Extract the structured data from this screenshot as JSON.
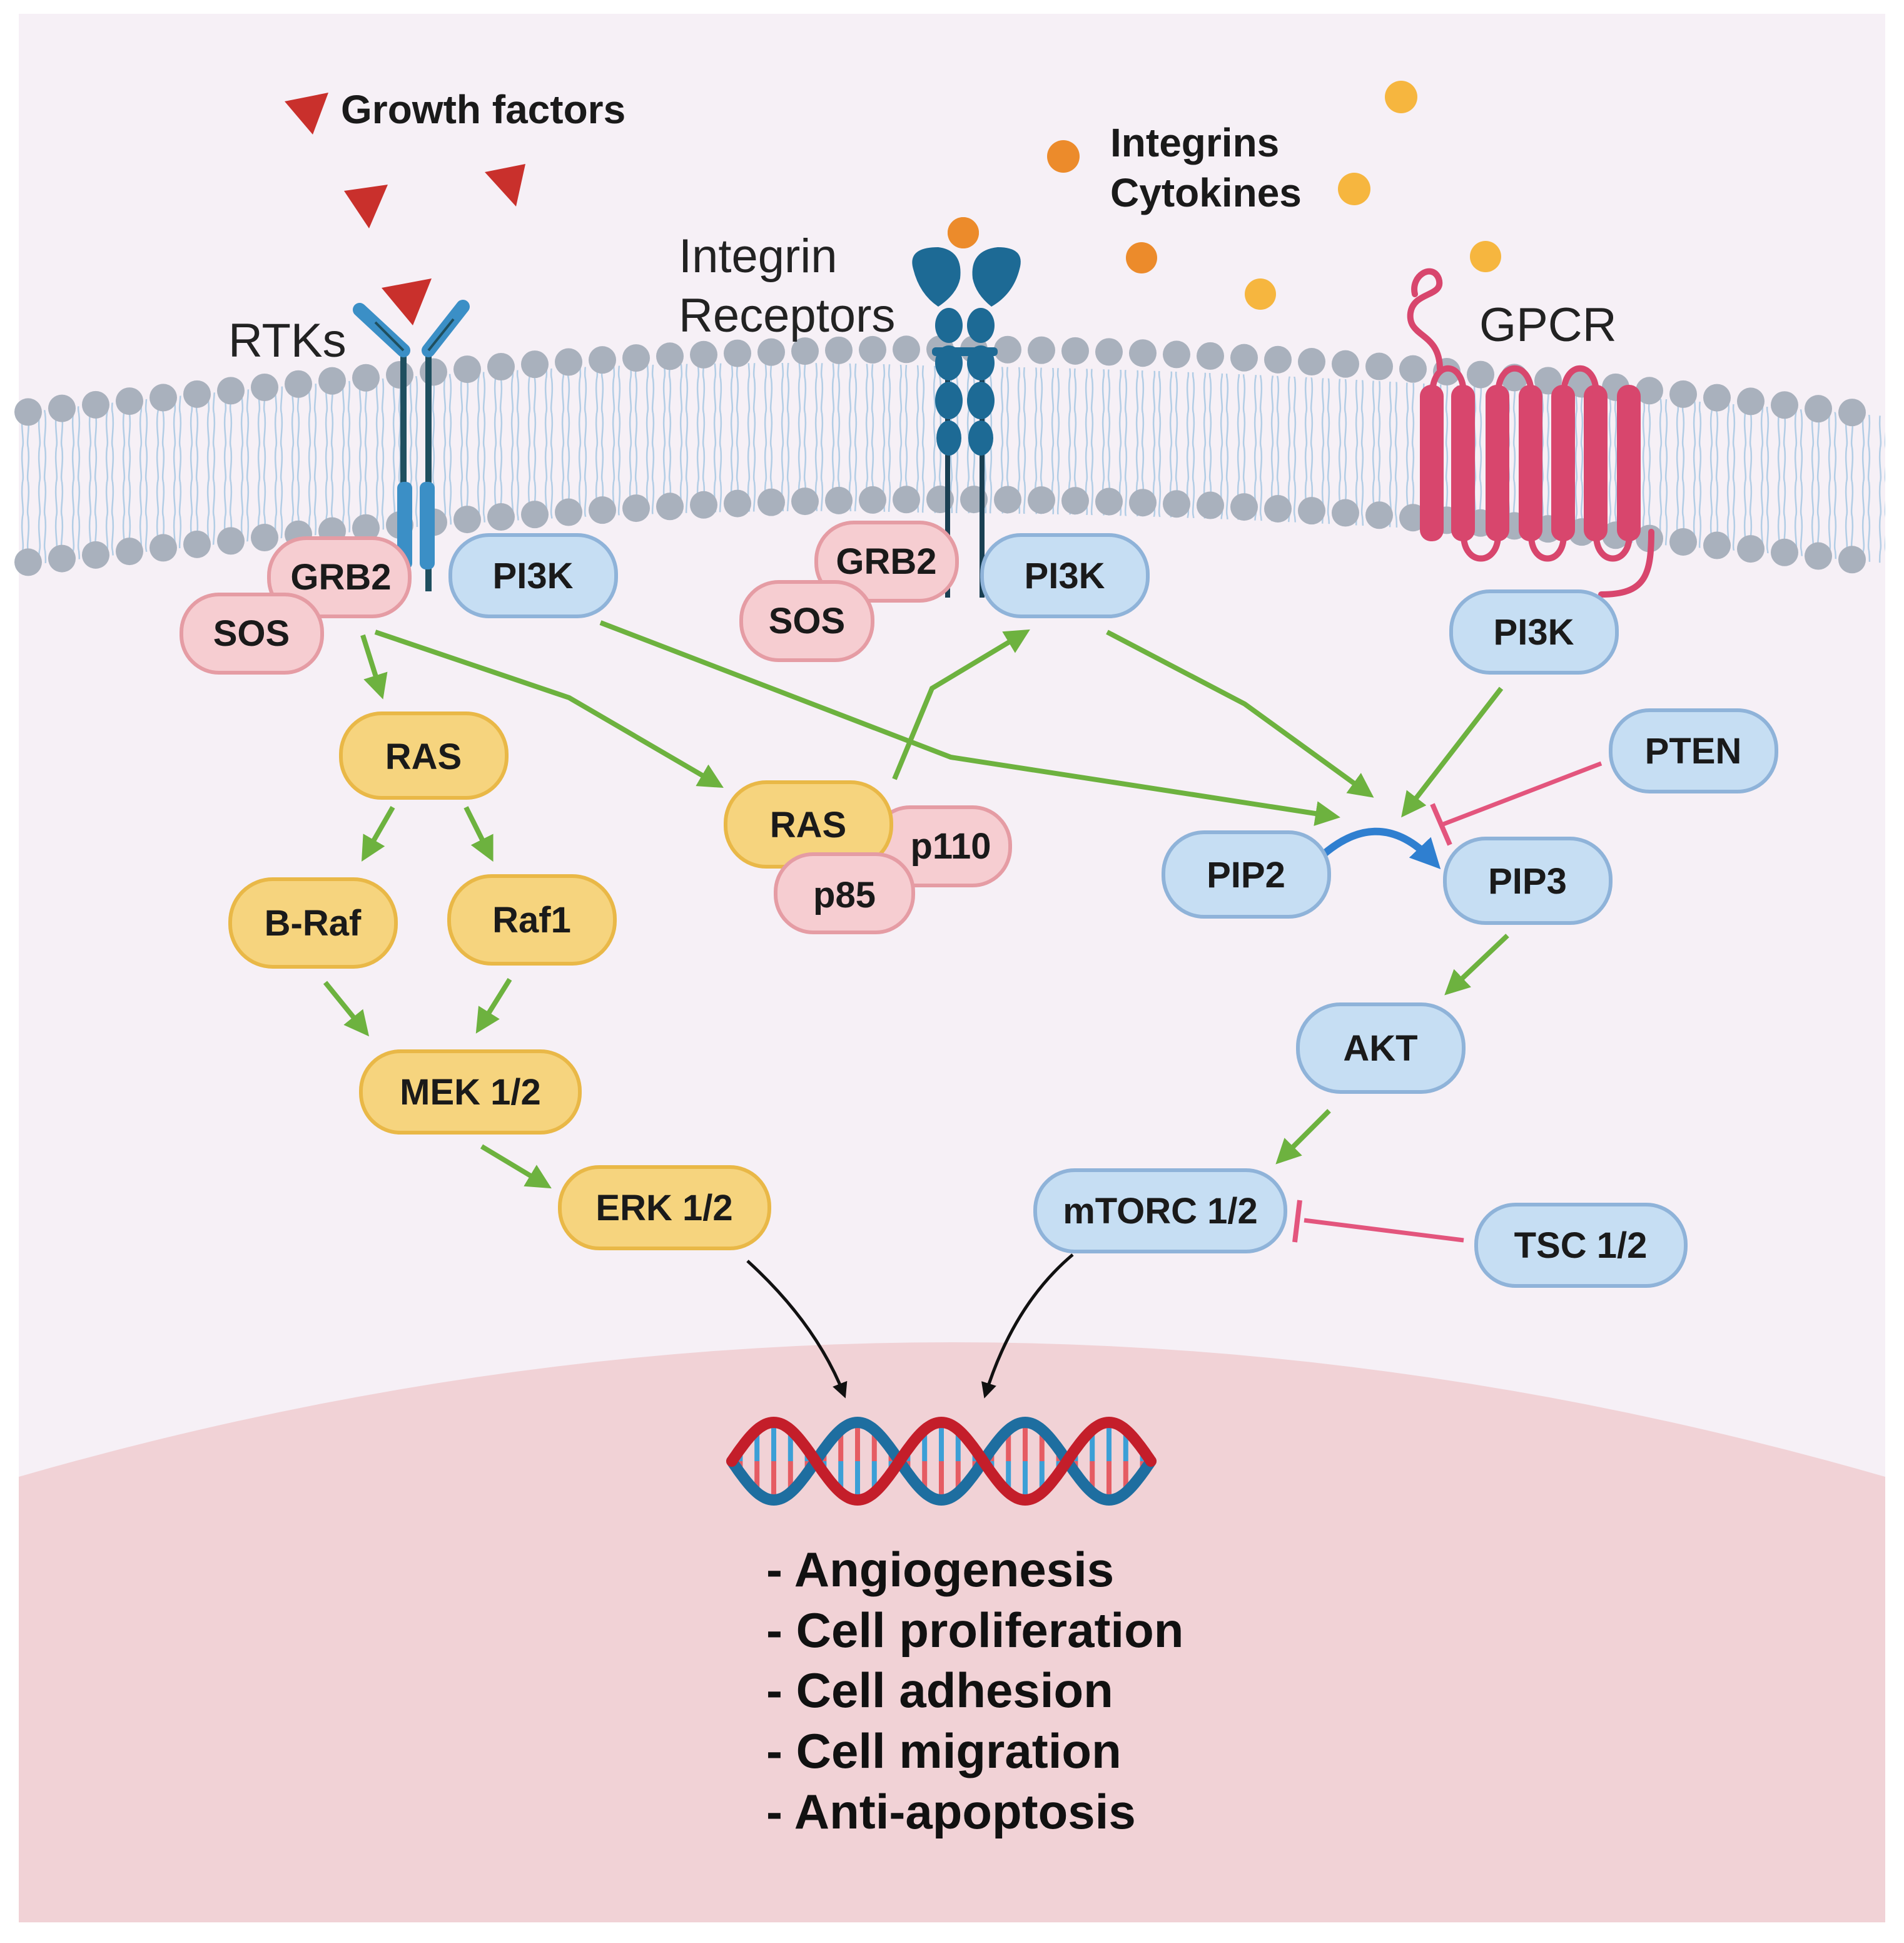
{
  "colors": {
    "background": "#f6f0f6",
    "nucleus": "#f1d2d6",
    "membrane_head": "#a9b1bd",
    "membrane_tail": "#aecbe4",
    "ras_fill": "#f6d47e",
    "ras_stroke": "#e9b847",
    "pink_fill": "#f6cdd1",
    "pink_stroke": "#e59ca4",
    "blue_fill": "#c6def3",
    "blue_stroke": "#8fb3d9",
    "activation_arrow": "#6db23f",
    "inhibition": "#e3557d",
    "growth_factor": "#c9302c",
    "cytokine_orange": "#ec8b2b",
    "cytokine_yellow": "#f6b63f",
    "rtk": "#3b8fc6",
    "integrin": "#1d6a95",
    "gpcr": "#d8466d",
    "dna_red": "#c41e2a",
    "dna_blue": "#1e6ea0"
  },
  "ligands": {
    "growth_factors": "Growth factors",
    "integrins": "Integrins",
    "cytokines": "Cytokines"
  },
  "receptors": {
    "rtks": "RTKs",
    "integrin_line1": "Integrin",
    "integrin_line2": "Receptors",
    "gpcr": "GPCR"
  },
  "nodes": {
    "grb2_a": "GRB2",
    "sos_a": "SOS",
    "pi3k_a": "PI3K",
    "grb2_b": "GRB2",
    "sos_b": "SOS",
    "pi3k_b": "PI3K",
    "pi3k_c": "PI3K",
    "ras_a": "RAS",
    "braf": "B-Raf",
    "raf1": "Raf1",
    "mek": "MEK 1/2",
    "erk": "ERK 1/2",
    "ras_b": "RAS",
    "p110": "p110",
    "p85": "p85",
    "pten": "PTEN",
    "pip2": "PIP2",
    "pip3": "PIP3",
    "akt": "AKT",
    "mtorc": "mTORC 1/2",
    "tsc": "TSC 1/2"
  },
  "outcomes": [
    "- Angiogenesis",
    "- Cell proliferation",
    "- Cell adhesion",
    "- Cell migration",
    "- Anti-apoptosis"
  ]
}
